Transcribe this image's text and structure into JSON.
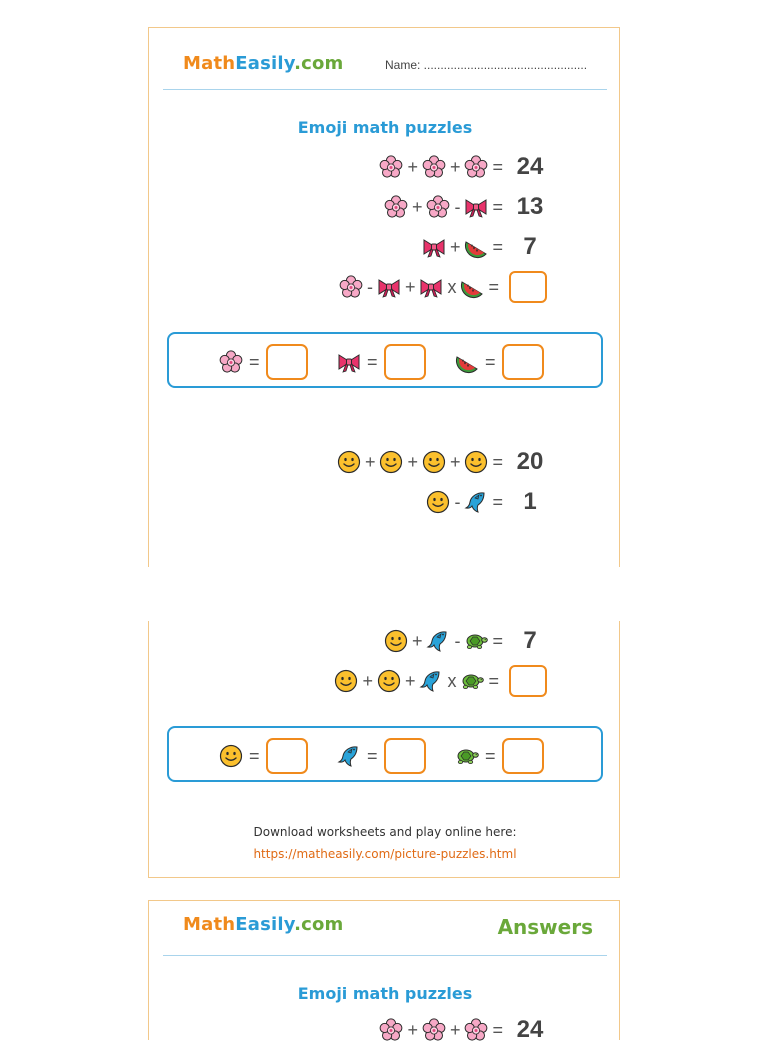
{
  "brand": {
    "part1": "Math",
    "part2": "Easily",
    "part3": ".com"
  },
  "name_label": "Name: .................................................",
  "title": "Emoji math puzzles",
  "answers_label": "Answers",
  "puzzle1": {
    "results": [
      "24",
      "13",
      "7"
    ],
    "ops": [
      "+",
      "+",
      "=",
      "+",
      "-",
      "=",
      "+",
      "=",
      "-",
      "+",
      "x",
      "="
    ],
    "sol_eq": "="
  },
  "puzzle2": {
    "results": [
      "20",
      "1",
      "7"
    ],
    "ops": [
      "+",
      "+",
      "+",
      "=",
      "-",
      "=",
      "+",
      "-",
      "=",
      "+",
      "+",
      "x",
      "="
    ],
    "sol_eq": "="
  },
  "footer": {
    "line1": "Download worksheets and play online here:",
    "line2": "https://matheasily.com/picture-puzzles.html"
  },
  "icons": {
    "flower": "cherry-blossom-icon",
    "ribbon": "ribbon-bow-icon",
    "watermelon": "watermelon-icon",
    "smiley": "smiley-icon",
    "dolphin": "dolphin-icon",
    "turtle": "turtle-icon"
  },
  "colors": {
    "orange": "#f08a1c",
    "blue": "#2a9bd6",
    "green": "#6aa83a",
    "page_border": "#f2c88a"
  }
}
